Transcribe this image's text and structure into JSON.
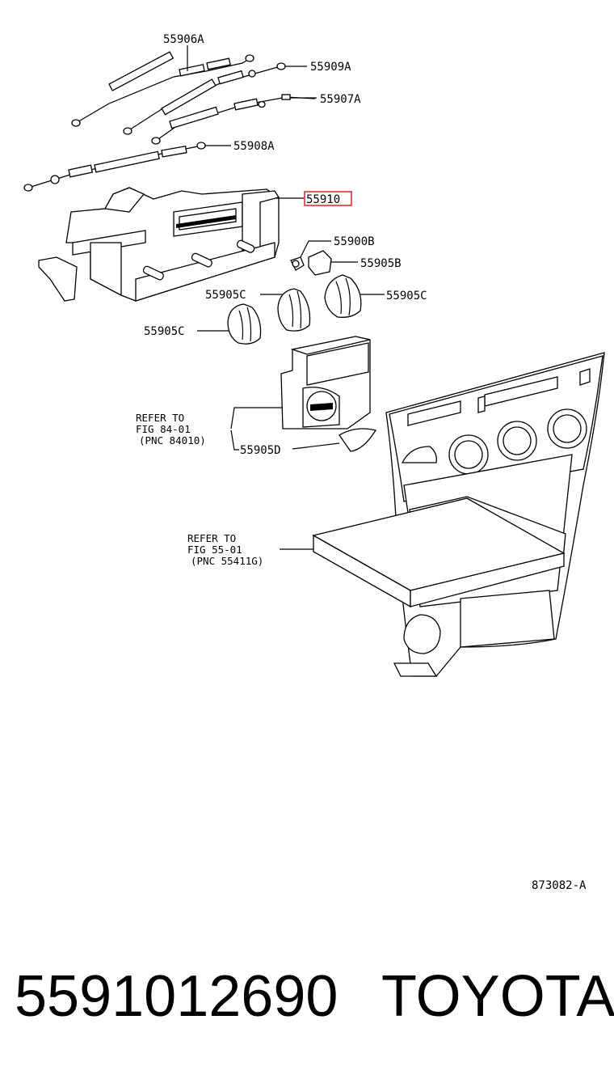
{
  "diagram": {
    "labels": {
      "c55906A": "55906A",
      "c55909A": "55909A",
      "c55907A": "55907A",
      "c55908A": "55908A",
      "c55910": "55910",
      "c55900B": "55900B",
      "c55905B": "55905B",
      "c55905C_a": "55905C",
      "c55905C_b": "55905C",
      "c55905C_c": "55905C",
      "c55905D": "55905D"
    },
    "refer1": [
      "REFER TO",
      "FIG 84-01",
      "(PNC 84010)"
    ],
    "refer2": [
      "REFER TO",
      "FIG 55-01",
      "(PNC 55411G)"
    ],
    "figure_code": "873082-A",
    "highlight_color": "#dd2222"
  },
  "caption": {
    "part_number": "5591012690",
    "brand": "TOYOTA"
  }
}
